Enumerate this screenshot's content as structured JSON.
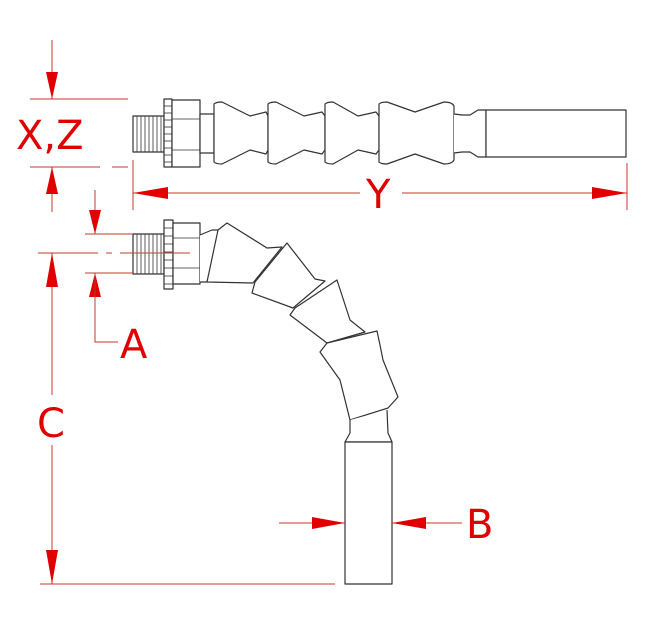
{
  "labels": {
    "xz": "X,Z",
    "y": "Y",
    "a": "A",
    "b": "B",
    "c": "C"
  },
  "colors": {
    "dimension": "#e00000",
    "outline": "#333333"
  }
}
